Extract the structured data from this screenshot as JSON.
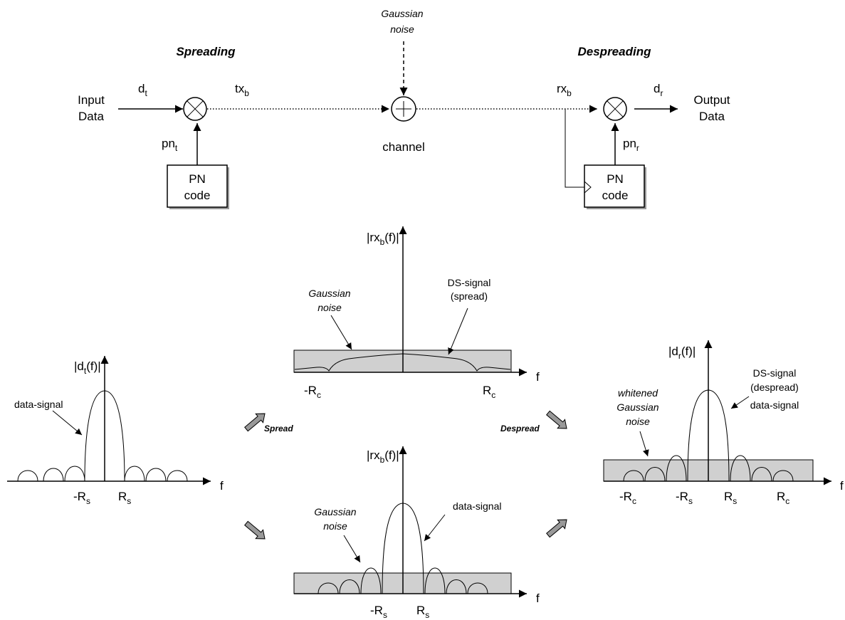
{
  "diagram": {
    "spreading_title": "Spreading",
    "despreading_title": "Despreading",
    "gaussian_noise_top": [
      "Gaussian",
      "noise"
    ],
    "input_data": [
      "Input",
      "Data"
    ],
    "output_data": [
      "Output",
      "Data"
    ],
    "dt": {
      "base": "d",
      "sub": "t"
    },
    "txb": {
      "base": "tx",
      "sub": "b"
    },
    "rxb": {
      "base": "rx",
      "sub": "b"
    },
    "dr": {
      "base": "d",
      "sub": "r"
    },
    "pnt": {
      "base": "pn",
      "sub": "t"
    },
    "pnr": {
      "base": "pn",
      "sub": "r"
    },
    "channel": "channel",
    "pn_code_tx": [
      "PN",
      "code"
    ],
    "pn_code_rx": [
      "PN",
      "code"
    ]
  },
  "spectra": {
    "f": "f",
    "left": {
      "axis_title": {
        "pre": "|d",
        "sub": "t",
        "post": "(f)|"
      },
      "data_signal": "data-signal",
      "neg_rs": {
        "base": "-R",
        "sub": "s"
      },
      "rs": {
        "base": "R",
        "sub": "s"
      }
    },
    "top_center": {
      "axis_title": {
        "pre": "|rx",
        "sub": "b",
        "post": "(f)|"
      },
      "gaussian_noise": [
        "Gaussian",
        "noise"
      ],
      "ds_signal": [
        "DS-signal",
        "(spread)"
      ],
      "neg_rc": {
        "base": "-R",
        "sub": "c"
      },
      "rc": {
        "base": "R",
        "sub": "c"
      }
    },
    "bottom_center": {
      "axis_title": {
        "pre": "|rx",
        "sub": "b",
        "post": "(f)|"
      },
      "gaussian_noise": [
        "Gaussian",
        "noise"
      ],
      "data_signal": "data-signal",
      "neg_rs": {
        "base": "-R",
        "sub": "s"
      },
      "rs": {
        "base": "R",
        "sub": "s"
      }
    },
    "right": {
      "axis_title": {
        "pre": "|d",
        "sub": "r",
        "post": "(f)|"
      },
      "whitened_noise": [
        "whitened",
        "Gaussian",
        "noise"
      ],
      "ds_signal": [
        "DS-signal",
        "(despread)"
      ],
      "data_signal": "data-signal",
      "neg_rc": {
        "base": "-R",
        "sub": "c"
      },
      "neg_rs": {
        "base": "-R",
        "sub": "s"
      },
      "rs": {
        "base": "R",
        "sub": "s"
      },
      "rc": {
        "base": "R",
        "sub": "c"
      }
    },
    "spread_label": "Spread",
    "despread_label": "Despread"
  }
}
